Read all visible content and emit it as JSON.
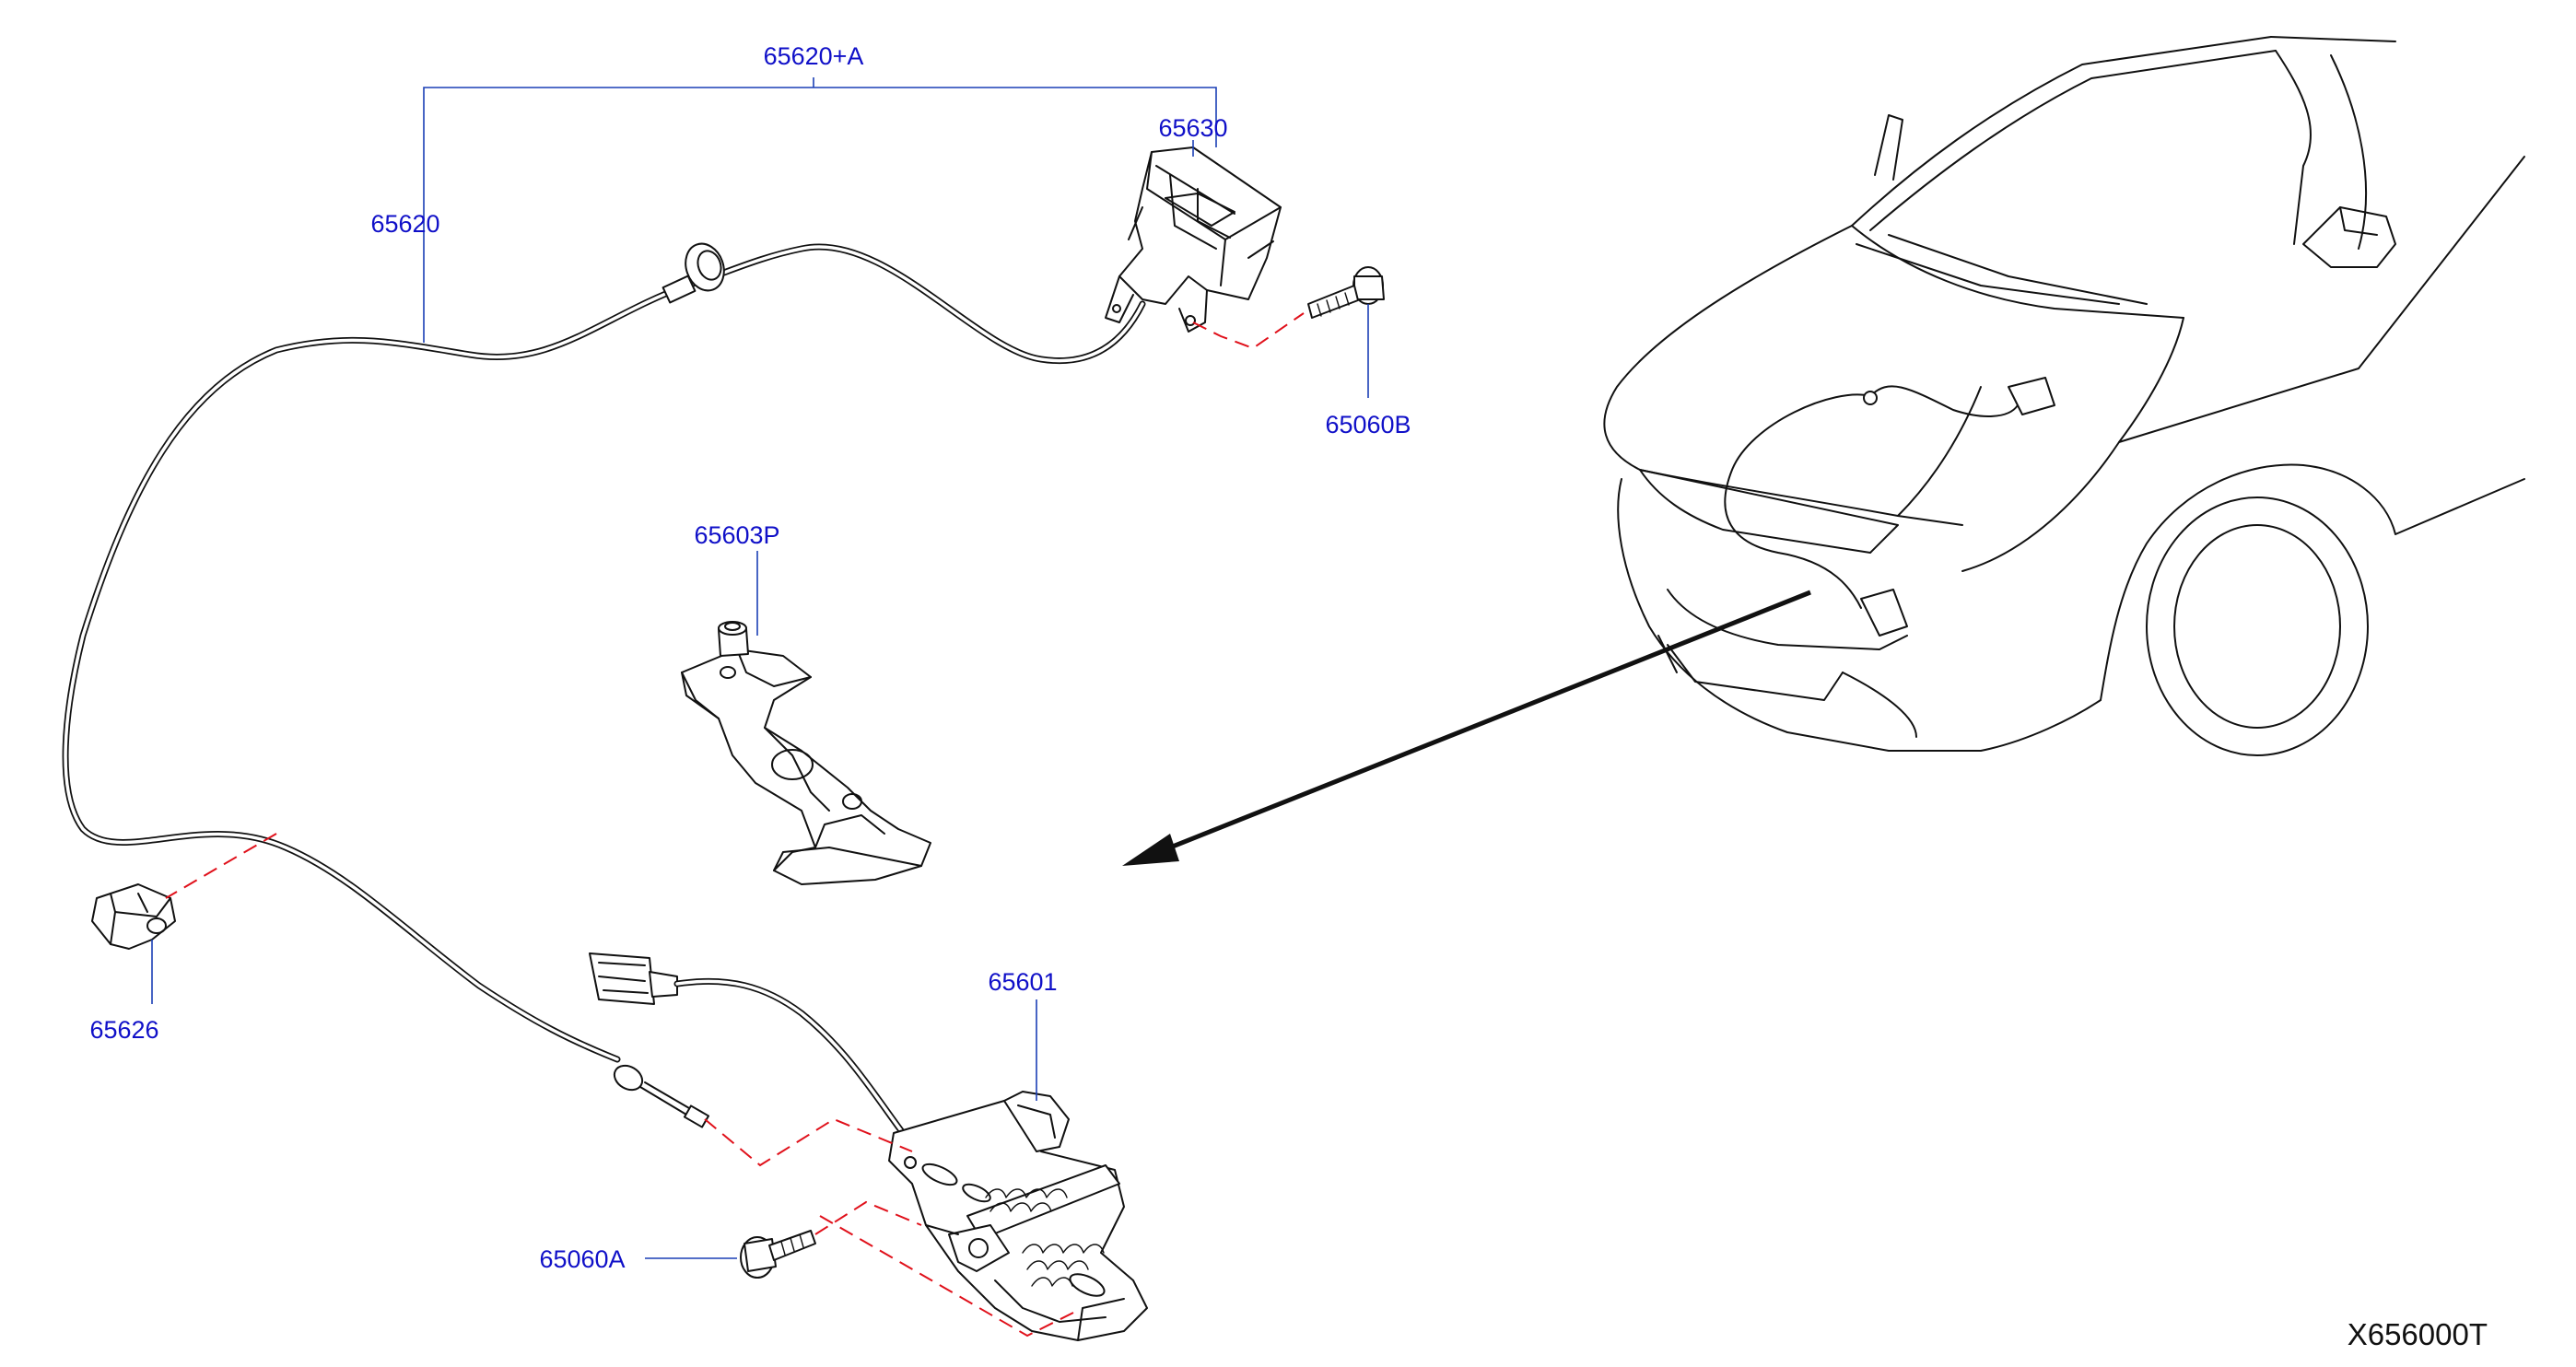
{
  "diagram": {
    "reference_code": "X656000T",
    "part_labels": {
      "assembly": "65620+A",
      "cable": "65620",
      "lever": "65630",
      "bolt_b": "65060B",
      "bracket": "65603P",
      "clip": "65626",
      "lock": "65601",
      "bolt_a": "65060A"
    }
  }
}
